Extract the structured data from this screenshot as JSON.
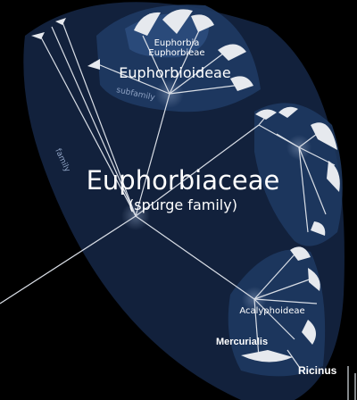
{
  "tree": {
    "family": {
      "name": "Euphorbiaceae",
      "common_name": "(spurge family)",
      "faint_label": "family"
    },
    "subfamilies": {
      "top": {
        "name": "Euphorbioideae",
        "faint_label": "subfamily"
      },
      "bottom": {
        "name": "Acalyphoideae"
      }
    },
    "tribe": {
      "name": "Euphorbieae"
    },
    "genera": {
      "euphorbia": "Euphorbia",
      "mercurialis": "Mercurialis",
      "ricinus": "Ricinus"
    }
  },
  "colors": {
    "background": "#000000",
    "family_region": "#13233f",
    "subfamily_region": "#1f3a63",
    "branch": "#d9dee6",
    "text": "#ffffff"
  }
}
